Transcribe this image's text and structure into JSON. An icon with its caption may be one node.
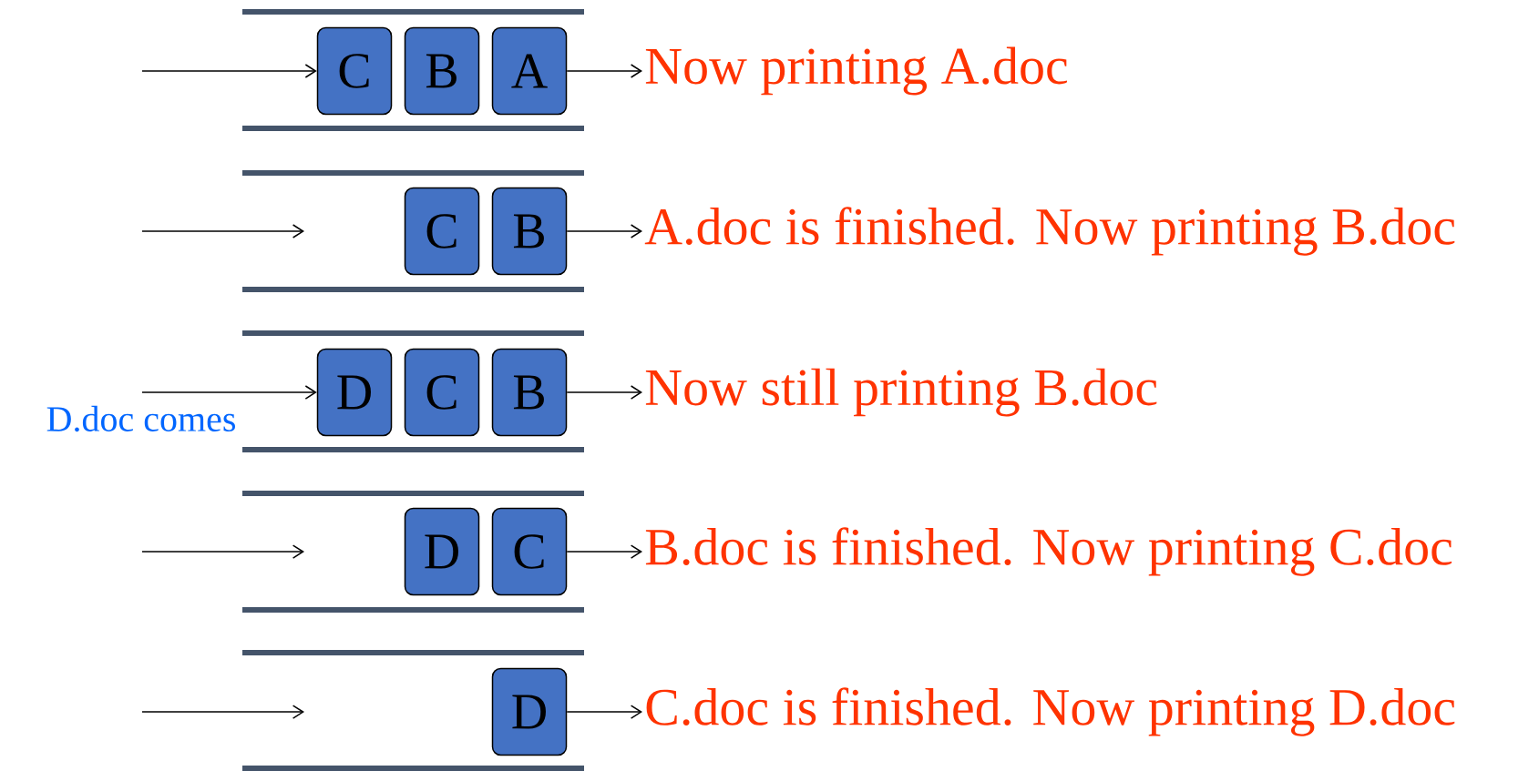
{
  "diagram": {
    "nodes": [
      {
        "text": [
          "C"
        ]
      },
      {
        "text": [
          "B"
        ]
      },
      {
        "text": [
          "A"
        ]
      },
      {
        "text": [
          "Now printing A.doc"
        ]
      },
      {
        "text": [
          "C"
        ]
      },
      {
        "text": [
          "B"
        ]
      },
      {
        "text": [
          "A.doc is finished. Now printing B.doc"
        ]
      },
      {
        "text": [
          "D"
        ]
      },
      {
        "text": [
          "C"
        ]
      },
      {
        "text": [
          "B"
        ]
      },
      {
        "text": [
          "Now still printing B.doc"
        ]
      },
      {
        "text": [
          "D"
        ]
      },
      {
        "text": [
          "C"
        ]
      },
      {
        "text": [
          "B.doc is finished. Now printing C.doc"
        ]
      },
      {
        "text": [
          "D"
        ]
      },
      {
        "text": [
          "C.doc is finished. Now printing D.doc"
        ]
      }
    ],
    "edges": [
      {
        "from": null,
        "to": 0,
        "arrow": "to"
      },
      {
        "from": 2,
        "to": 3,
        "arrow": "to"
      },
      {
        "from": 5,
        "to": 6,
        "arrow": "to"
      },
      {
        "from": null,
        "to": 7,
        "arrow": "to"
      },
      {
        "from": 9,
        "to": 10,
        "arrow": "to"
      },
      {
        "from": 12,
        "to": 13,
        "arrow": "to"
      },
      {
        "from": 14,
        "to": 15,
        "arrow": "to"
      }
    ],
    "labels": [
      "D.doc comes"
    ]
  }
}
